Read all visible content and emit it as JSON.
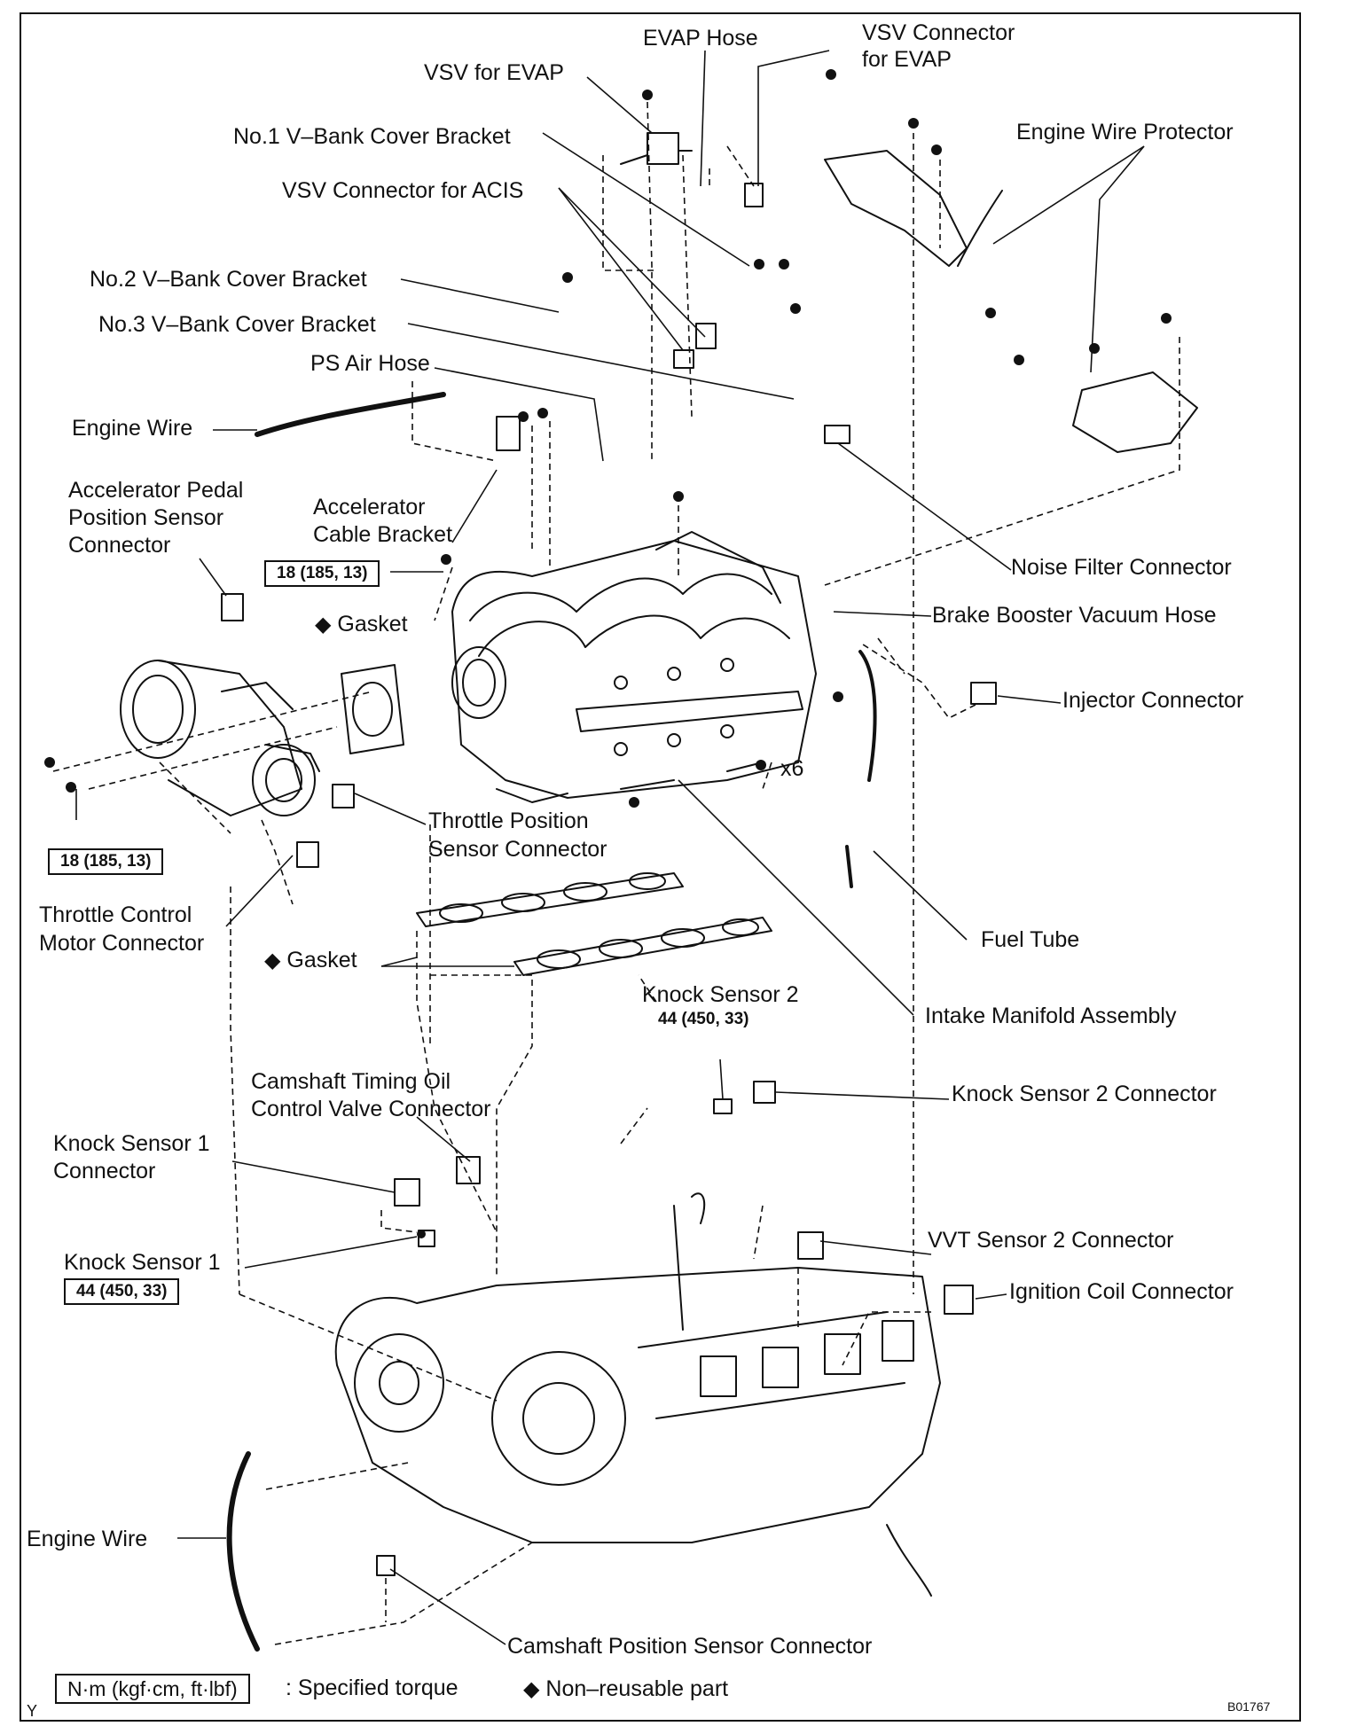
{
  "labels": {
    "evap_hose": "EVAP Hose",
    "vsv_connector_evap_1": "VSV Connector",
    "vsv_connector_evap_2": "for EVAP",
    "vsv_for_evap": "VSV for EVAP",
    "engine_wire_protector": "Engine Wire Protector",
    "no1_bracket": "No.1 V–Bank Cover Bracket",
    "vsv_connector_acis": "VSV Connector for ACIS",
    "no2_bracket": "No.2 V–Bank Cover Bracket",
    "no3_bracket": "No.3 V–Bank Cover Bracket",
    "ps_air_hose": "PS Air Hose",
    "engine_wire_top": "Engine Wire",
    "accel_pedal_1": "Accelerator Pedal",
    "accel_pedal_2": "Position Sensor",
    "accel_pedal_3": "Connector",
    "accel_cable_1": "Accelerator",
    "accel_cable_2": "Cable Bracket",
    "noise_filter": "Noise Filter Connector",
    "brake_booster": "Brake Booster Vacuum Hose",
    "gasket_top": "Gasket",
    "injector_connector": "Injector Connector",
    "x6": "x6",
    "tps_1": "Throttle Position",
    "tps_2": "Sensor Connector",
    "throttle_motor_1": "Throttle Control",
    "throttle_motor_2": "Motor Connector",
    "fuel_tube": "Fuel Tube",
    "gasket_bottom": "Gasket",
    "knock2": "Knock Sensor 2",
    "intake_manifold": "Intake Manifold Assembly",
    "camshaft_ocv_1": "Camshaft Timing Oil",
    "camshaft_ocv_2": "Control Valve Connector",
    "knock2_connector": "Knock Sensor 2 Connector",
    "knock1_connector_1": "Knock Sensor 1",
    "knock1_connector_2": "Connector",
    "vvt2_connector": "VVT Sensor 2 Connector",
    "knock1": "Knock Sensor 1",
    "ignition_coil": "Ignition Coil Connector",
    "engine_wire_bottom": "Engine Wire",
    "cam_position": "Camshaft Position Sensor Connector"
  },
  "torques": {
    "bracket": "18 (185, 13)",
    "throttle_body": "18 (185, 13)",
    "knock2": "44 (450, 33)",
    "knock1": "44 (450, 33)"
  },
  "legend": {
    "torque_unit": "N·m (kgf·cm, ft·lbf)",
    "torque_text": ": Specified torque",
    "nonreusable_text": "Non–reusable part",
    "diamond": "◆",
    "corner_letter": "Y",
    "figure_code": "B01767"
  }
}
